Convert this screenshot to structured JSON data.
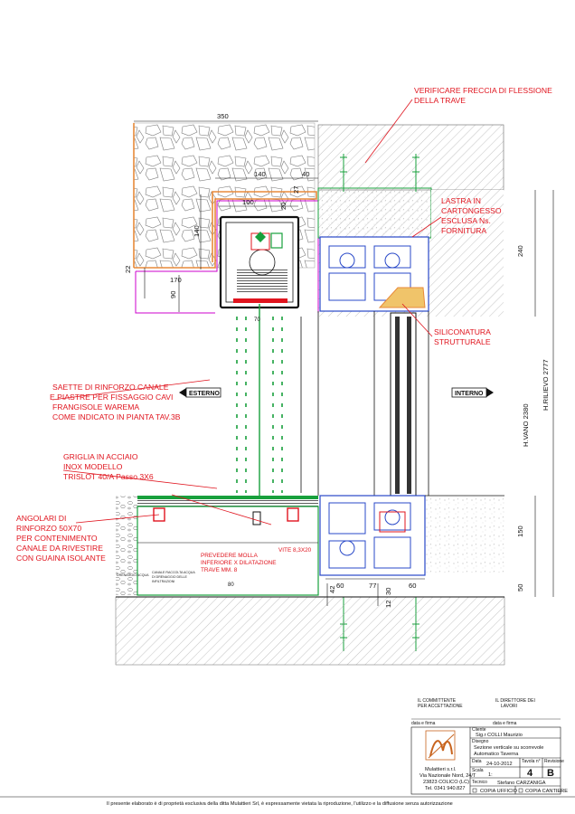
{
  "notes": {
    "verificare_1": "VERIFICARE FRECCIA DI FLESSIONE",
    "verificare_2": "DELLA TRAVE",
    "lastra_1": "LASTRA IN",
    "lastra_2": "CARTONGESSO",
    "lastra_3": "ESCLUSA Ns.",
    "lastra_4": "FORNITURA",
    "siliconatura_1": "SILICONATURA",
    "siliconatura_2": "STRUTTURALE",
    "saette_1": "SAETTE DI RINFORZO CANALE",
    "saette_2": " E PIASTRE PER FISSAGGIO CAVI",
    "saette_3": "FRANGISOLE WAREMA",
    "saette_4": "COME INDICATO IN PIANTA TAV.3B",
    "griglia_1": "GRIGLIA IN ACCIAIO",
    "griglia_2": "INOX MODELLO",
    "griglia_3": "TRISLOT 40/A Passo 3X6",
    "angolari_1": "ANGOLARI DI",
    "angolari_2": "RINFORZO 50X70",
    "angolari_3": "PER CONTENIMENTO",
    "angolari_4": "CANALE DA RIVESTIRE",
    "angolari_5": "CON GUAINA ISOLANTE",
    "molla_1": "PREVEDERE MOLLA",
    "molla_2": "INFERIORE X DILATAZIONE",
    "molla_3": "TRAVE MM. 8",
    "vite": "VITE 8,3X20",
    "canale_1": "CANALE RACCOLTA ACQUA",
    "canale_2": "DI DRENAGGIO DELLE",
    "canale_3": "INFILTRAZIONI",
    "drenaggio": "DRENAGGIO ACQUA"
  },
  "sections": {
    "esterno": "ESTERNO",
    "interno": "INTERNO"
  },
  "dimensions": {
    "d350": "350",
    "d140": "140",
    "d40": "40",
    "d100": "100",
    "d20": "20",
    "d27": "27",
    "d140v": "140",
    "d22": "22",
    "d170": "170",
    "d90": "90",
    "d70": "70",
    "d240": "240",
    "d150": "150",
    "d50": "50",
    "d60a": "60",
    "d77": "77",
    "d60b": "60",
    "d12": "12",
    "d30": "30",
    "d42": "42",
    "d80": "80",
    "hvano": "H.VANO 2380",
    "hrilievo": "H.RILIEVO 2777"
  },
  "title_block": {
    "committente_1": "IL COMMITTENTE",
    "committente_2": "PER ACCETTAZIONE",
    "direttore_1": "IL DIRETTORE DEI",
    "direttore_2": "LAVORI",
    "data_firma_1": "data e firma",
    "data_firma_2": "data e firma",
    "cliente_label": "Cliente",
    "cliente": "Sig.r COLLI Maurizio",
    "disegno_label": "Disegno",
    "disegno_1": "Sezione verticale su scorrevole",
    "disegno_2": "Automatico Taverna",
    "data_label": "Data",
    "data": "24-10-2012",
    "tavola_label": "Tavola n°",
    "tavola": "4",
    "revisione_label": "Revisione",
    "revisione": "B",
    "scala_label": "Scala",
    "scala": "1:",
    "tecnico_label": "Tecnico",
    "tecnico": "Stefano CARZANIGA",
    "copia_ufficio": "COPIA UFFICIO",
    "copia_cantiere": "COPIA CANTIERE",
    "company_1": "Mulattieri s.r.l.",
    "company_2": "Via Nazionale Nord, 24/T",
    "company_3": "23823 COLICO (LC)",
    "company_4": "Tel. 0341 940.827"
  },
  "footer": "Il presente elaborato è di proprietà esclusiva della ditta Mulattieri Srl, è espressamente vietata la riproduzione, l'utilizzo e la diffusione senza autorizzazione",
  "colors": {
    "red_note": "#e0141e",
    "green": "#18a03c",
    "magenta": "#cc00cc",
    "blue": "#2848c8",
    "orange": "#e88a3a"
  }
}
